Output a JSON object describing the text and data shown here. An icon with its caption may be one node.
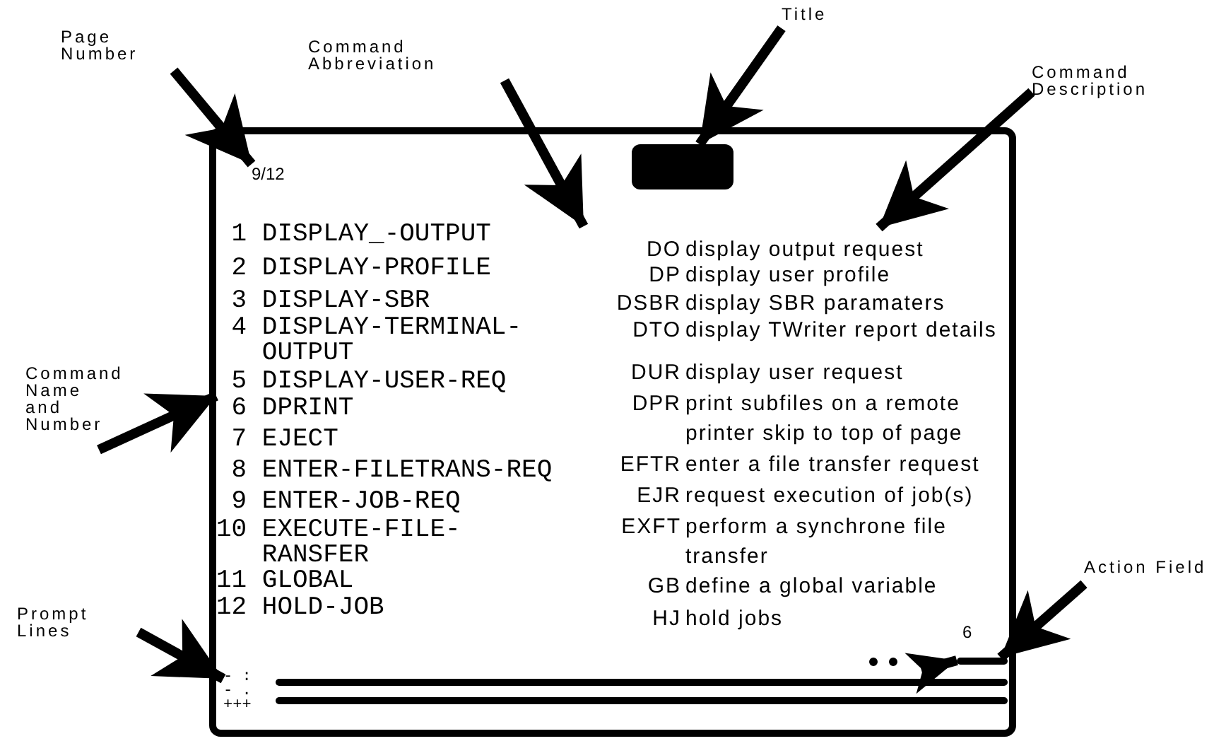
{
  "diagram": {
    "nodes": [
      {
        "text": [
          "Page Number"
        ]
      },
      {
        "text": [
          "Command Abbreviation"
        ]
      },
      {
        "text": [
          "Title"
        ]
      },
      {
        "text": [
          "Command Description"
        ]
      },
      {
        "text": [
          "Command Name and Number"
        ]
      },
      {
        "text": [
          "Prompt Lines"
        ]
      },
      {
        "text": [
          "Action Field"
        ]
      },
      {
        "text": [],
        "shape": "box"
      },
      {
        "text": [
          "9/12"
        ],
        "in": 7
      },
      {
        "text": [],
        "shape": "box",
        "in": 7
      },
      {
        "text": [
          "1 DISPLAY_-OUTPUT",
          "2 DISPLAY-PROFILE",
          "3 DISPLAY-SBR",
          "4 DISPLAY-TERMINAL- OUTPUT",
          "5 DISPLAY-USER-REQ",
          "6 DPRINT",
          "7 EJECT",
          "8 ENTER-FILETRANS-REQ",
          "9 ENTER-JOB-REQ",
          "10 EXECUTE-FILE- RANSFER",
          "11 GLOBAL",
          "12 HOLD-JOB"
        ],
        "in": 7
      },
      {
        "text": [
          "DO",
          "DP",
          "DSBR",
          "DTO",
          "DUR",
          "DPR",
          "EFTR",
          "EJR",
          "EXFT",
          "GB",
          "HJ"
        ],
        "in": 7
      },
      {
        "text": [
          "display output request",
          "display user profile",
          "display SBR paramaters",
          "display TWriter report details",
          "display user request",
          "print subfiles on a remote printer skip to top of page",
          "enter a file transfer request",
          "request execution of job(s)",
          "perform a synchrone file transfer",
          "define a global variable",
          "hold jobs"
        ],
        "in": 7
      },
      {
        "text": [
          "- :",
          "- .",
          "+++"
        ],
        "in": 7
      },
      {
        "text": [],
        "shape": "bar",
        "in": 7
      }
    ],
    "edges": [
      {
        "from": 0,
        "to": 8,
        "arrow": "to"
      },
      {
        "from": 1,
        "to": 11,
        "arrow": "to"
      },
      {
        "from": 2,
        "to": 9,
        "arrow": "to"
      },
      {
        "from": 3,
        "to": 12,
        "arrow": "to"
      },
      {
        "from": 4,
        "to": 10,
        "arrow": "to"
      },
      {
        "from": 5,
        "to": 13,
        "arrow": "to"
      },
      {
        "from": 6,
        "to": 14,
        "arrow": "to"
      },
      {
        "from": 13,
        "to": 14,
        "arrow": "to"
      }
    ],
    "labels": [
      "6"
    ]
  }
}
